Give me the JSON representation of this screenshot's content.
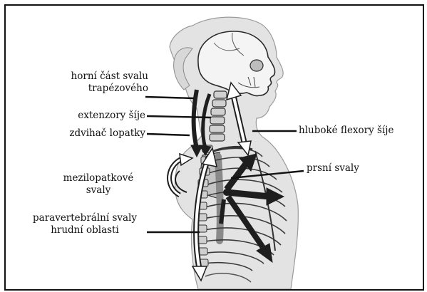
{
  "labels": {
    "horni_cast_line1": "horní část svalu",
    "horni_cast_line2": "trapézového",
    "extenzory_sije": "extenzory šíje",
    "zdvihac_lopatky": "zdvihač lopatky",
    "mezilopatkove_line1": "mezilopatkové",
    "mezilopatkove_line2": "svaly",
    "paravertebralni_line1": "paravertebrální svaly",
    "paravertebralni_line2": "hrudní oblasti",
    "hluboke_flexory_sije": "hluboké flexory šíje",
    "prsni_svaly": "prsní svaly"
  },
  "colors": {
    "background": "#ffffff",
    "body_silhouette": "#e3e3e3",
    "bone": "#cfcfcf",
    "ink": "#111111",
    "arrow": "#2b2b2b",
    "white_arrow": "#ffffff"
  }
}
